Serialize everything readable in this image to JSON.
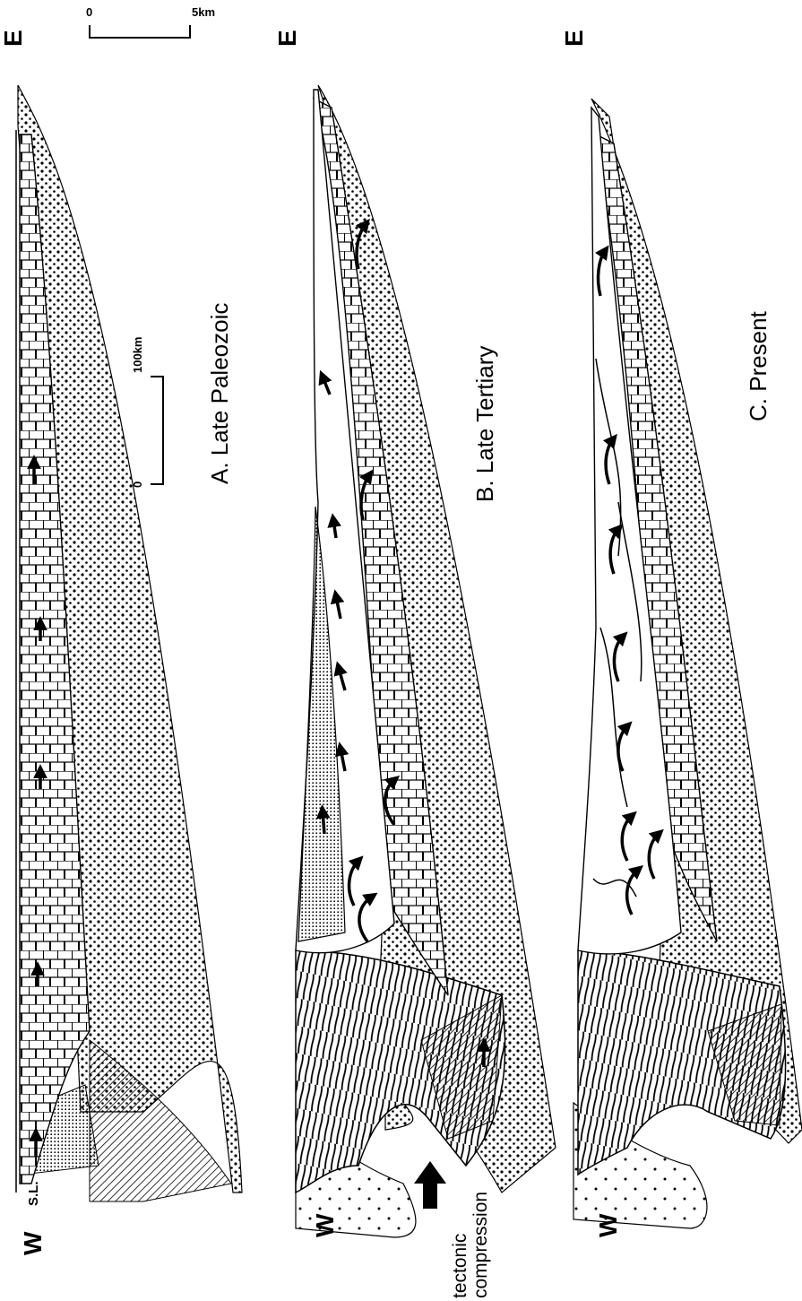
{
  "scale_bars": {
    "vertical": {
      "start": "0",
      "end": "5km"
    },
    "horizontal": {
      "start": "0",
      "end": "100km"
    }
  },
  "sea_level_label": "S.L.",
  "tectonic_label": {
    "line1": "tectonic",
    "line2": "compression"
  },
  "sections": [
    {
      "title": "A. Late Paleozoic",
      "west_label": "W",
      "east_label": "E"
    },
    {
      "title": "B. Late Tertiary",
      "west_label": "W",
      "east_label": "E"
    },
    {
      "title": "C. Present",
      "west_label": "W",
      "east_label": "E"
    }
  ]
}
